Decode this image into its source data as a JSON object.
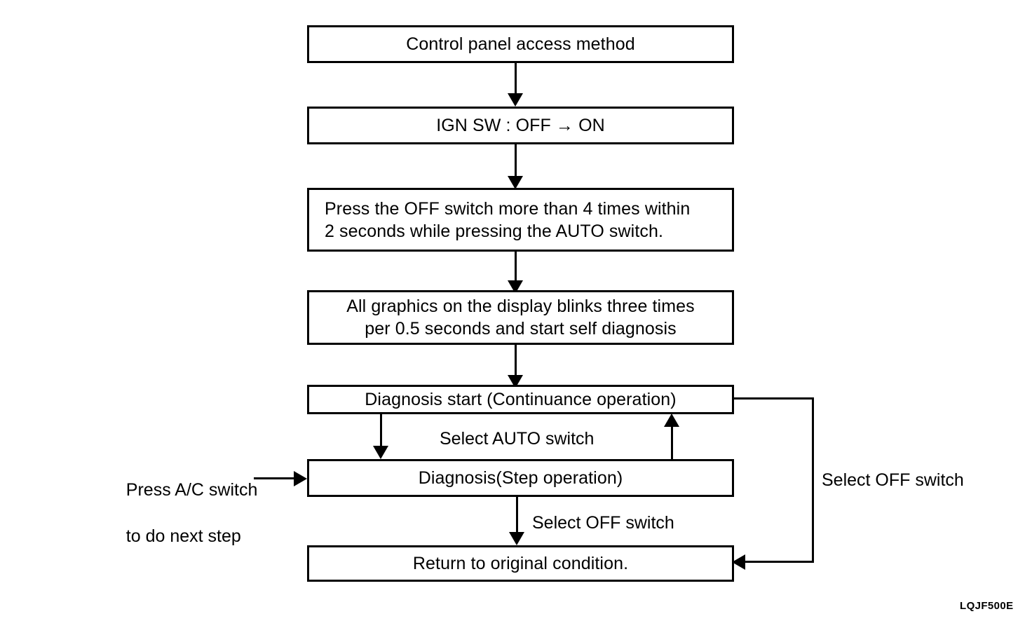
{
  "figure": {
    "code": "LQJF500E",
    "type": "flowchart",
    "title": "Control panel access method"
  },
  "nodes": [
    {
      "id": "control-panel-access",
      "lines": [
        "Control panel access method"
      ]
    },
    {
      "id": "ign-sw",
      "lines": [
        "IGN SW : OFF → ON"
      ]
    },
    {
      "id": "press-off-switch",
      "lines": [
        "Press the OFF switch more than 4 times within",
        "2 seconds while pressing the AUTO switch."
      ]
    },
    {
      "id": "graphics-blink",
      "lines": [
        "All graphics on the display blinks three times",
        "per 0.5 seconds and start self diagnosis"
      ]
    },
    {
      "id": "diagnosis-start",
      "lines": [
        "Diagnosis start (Continuance operation)"
      ]
    },
    {
      "id": "diagnosis-step",
      "lines": [
        "Diagnosis(Step operation)"
      ]
    },
    {
      "id": "return-original",
      "lines": [
        "Return to original condition."
      ]
    }
  ],
  "labels": {
    "press_ac_switch": [
      "Press A/C switch",
      "to do next step"
    ],
    "select_auto_switch": "Select AUTO switch",
    "select_off_switch_step": "Select OFF switch",
    "select_off_switch_loop": "Select OFF switch"
  },
  "colors": {
    "stroke": "#000000",
    "background": "#ffffff",
    "text": "#000000"
  }
}
